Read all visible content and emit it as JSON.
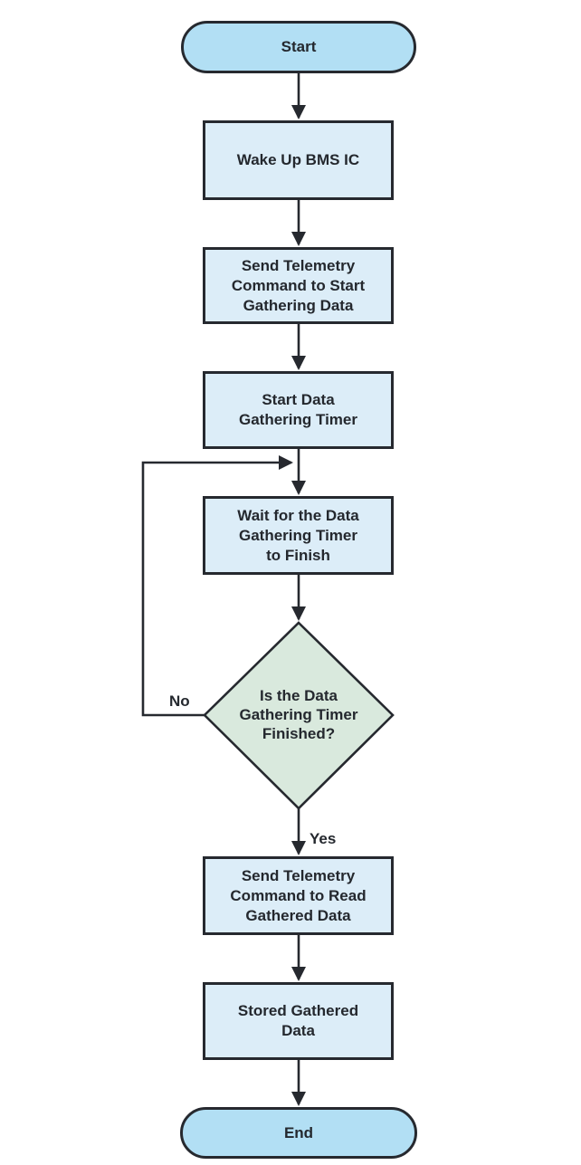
{
  "diagram": {
    "type": "flowchart",
    "background": "#ffffff",
    "colors": {
      "terminator_fill": "#b2dff4",
      "process_fill": "#dcedf8",
      "decision_fill": "#d9e9dd",
      "line": "#26292f",
      "text": "#24282e"
    },
    "nodes": {
      "start": {
        "shape": "terminator",
        "label": "Start"
      },
      "wake": {
        "shape": "process",
        "label": "Wake Up BMS IC"
      },
      "send_start": {
        "shape": "process",
        "label": "Send Telemetry\nCommand to Start\nGathering Data"
      },
      "timer": {
        "shape": "process",
        "label": "Start Data\nGathering Timer"
      },
      "wait": {
        "shape": "process",
        "label": "Wait for the Data\nGathering Timer\nto Finish"
      },
      "decision": {
        "shape": "decision",
        "label": "Is the Data\nGathering Timer\nFinished?"
      },
      "send_read": {
        "shape": "process",
        "label": "Send Telemetry\nCommand to Read\nGathered Data"
      },
      "stored": {
        "shape": "process",
        "label": "Stored Gathered\nData"
      },
      "end": {
        "shape": "terminator",
        "label": "End"
      }
    },
    "edges": {
      "no_label": "No",
      "yes_label": "Yes"
    }
  }
}
